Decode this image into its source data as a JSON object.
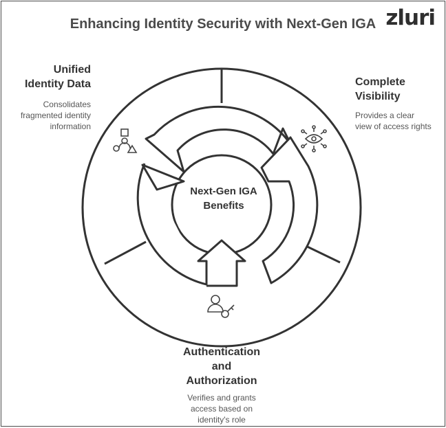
{
  "title": "Enhancing Identity Security with Next-Gen IGA",
  "logo": "zluri",
  "center": {
    "line1": "Next-Gen IGA",
    "line2": "Benefits"
  },
  "sections": {
    "unified": {
      "label_line1": "Unified",
      "label_line2": "Identity Data",
      "desc_line1": "Consolidates",
      "desc_line2": "fragmented identity",
      "desc_line3": "information",
      "icon": "people-shapes-icon"
    },
    "visibility": {
      "label_line1": "Complete",
      "label_line2": "Visibility",
      "desc_line1": "Provides a clear",
      "desc_line2": "view of access rights",
      "icon": "eye-network-icon"
    },
    "auth": {
      "label_line1": "Authentication",
      "label_line2": "and",
      "label_line3": "Authorization",
      "desc_line1": "Verifies and grants",
      "desc_line2": "access based on",
      "desc_line3": "identity's role",
      "icon": "user-key-icon"
    }
  }
}
